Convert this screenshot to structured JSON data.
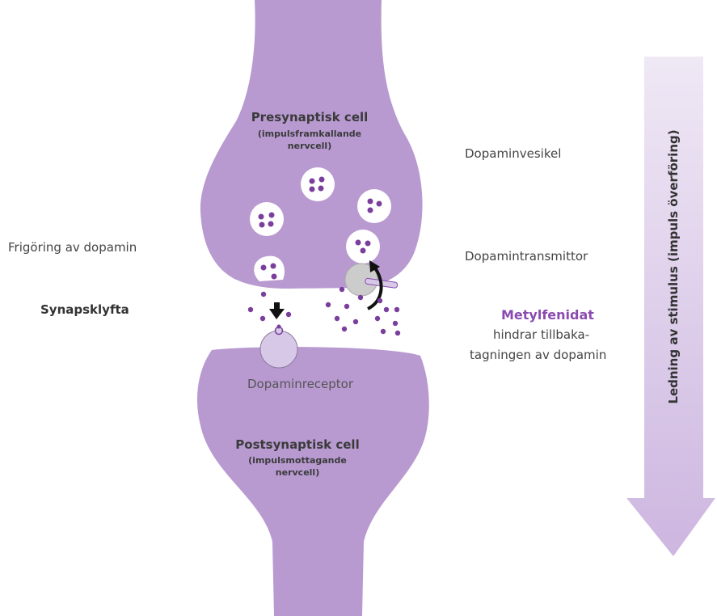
{
  "colors": {
    "cell_fill": "#b89ad1",
    "arrow_fill": "#d9cbe8",
    "dot": "#7a3f9c",
    "receptor": "#d6c8e6",
    "transporter": "#cccccc",
    "accent_text": "#8a4bb0"
  },
  "labels": {
    "presynaptic_title": "Presynaptisk cell",
    "presynaptic_sub1": "(impulsframkallande",
    "presynaptic_sub2": "nervcell)",
    "postsynaptic_title": "Postsynaptisk cell",
    "postsynaptic_sub1": "(impulsmottagande",
    "postsynaptic_sub2": "nervcell)",
    "vesicle": "Dopaminvesikel",
    "release": "Frigöring av dopamin",
    "transmitter": "Dopamintransmittor",
    "cleft": "Synapsklyfta",
    "receptor": "Dopaminreceptor",
    "drug_name": "Metylfenidat",
    "drug_line1": "hindrar tillbaka-",
    "drug_line2": "tagningen av dopamin",
    "arrow_text": "Ledning av stimulus (impuls överföring)"
  },
  "icons": {
    "release_arrow": "arrow-down-icon",
    "reuptake_arrow": "curved-arrow-up-icon"
  }
}
